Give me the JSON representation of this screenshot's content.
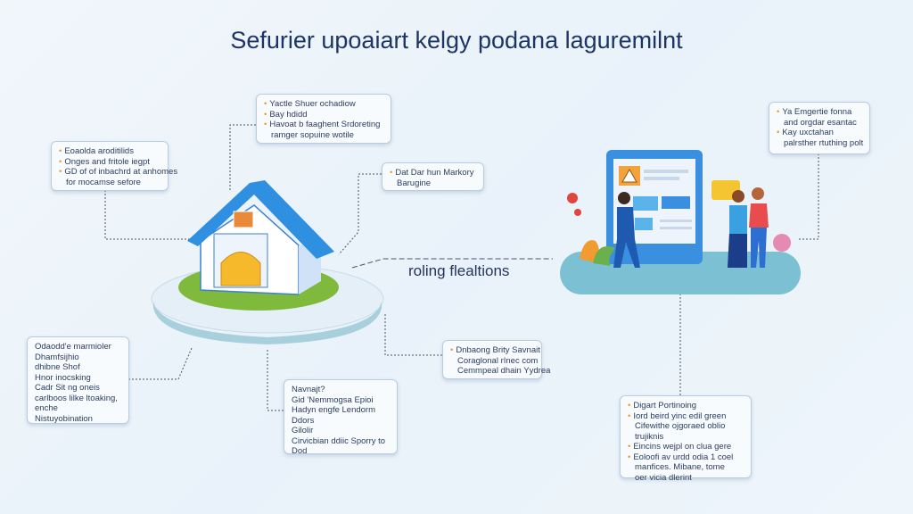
{
  "title": "Sefurier upoaiart kelgy podana laguremilnt",
  "center_label": "roling flealtions",
  "boxes": {
    "top_center": [
      "Yactle Shuer ochadiow",
      "Bay hdidd",
      "Havoat b faaghent Srdoreting",
      "ramger sopuine wotile"
    ],
    "top_mid": [
      "Dat Dar hun Markory",
      "Barugine"
    ],
    "top_left": [
      "Eoaolda aroditilids",
      "Onges and fritole iegpt",
      "GD of of inbachrd at anhomes",
      "for mocamse sefore"
    ],
    "top_right": [
      "Ya Emgertie fonna",
      "and orgdar esantac",
      "Kay uxctahan",
      "palrsther rtuthing polt"
    ],
    "bottom_left": [
      "Odaodd'e marmioler",
      "Dhamfsijhio",
      "dhibne Shof",
      "Hnor inocsking",
      "Cadr Sit ng oneis",
      "carlboos lilke ltoaking,",
      "enche",
      "Nistuyobination"
    ],
    "bottom_mid_right": [
      "Dnbaong Brity Savnait",
      "Coraglonal rInec com",
      "Cemmpeal dhain Yydrea"
    ],
    "bottom_center": [
      "Navnajt?",
      "Gid 'Nemmogsa Epioi",
      "Hadyn engfe Lendorm",
      "Ddors",
      "Gilolir",
      "Cirvicbian ddiic Sporry to",
      "Dod"
    ],
    "bottom_right": [
      "Digart Portinoing",
      "Iord beird yinc edil green",
      "Cifewithe ojgoraed oblio",
      "trujiknis",
      "Eincins wejpl on clua gere",
      "Eoloofi av urdd odia 1 coel",
      "manfices. Mibane, tome",
      "oer vicia dlerint"
    ]
  },
  "bullets": {
    "top_center": [
      true,
      true,
      true,
      false
    ],
    "top_mid": [
      true,
      false
    ],
    "top_left": [
      true,
      true,
      true,
      false
    ],
    "top_right": [
      true,
      false,
      true,
      false
    ],
    "bottom_mid_right": [
      true,
      false,
      false
    ],
    "bottom_right": [
      true,
      true,
      false,
      false,
      true,
      true,
      false,
      false
    ]
  },
  "colors": {
    "title": "#1d3466",
    "roof": "#2f8fe0",
    "accent": "#e79a2d",
    "platform": "#7cc0d4"
  }
}
